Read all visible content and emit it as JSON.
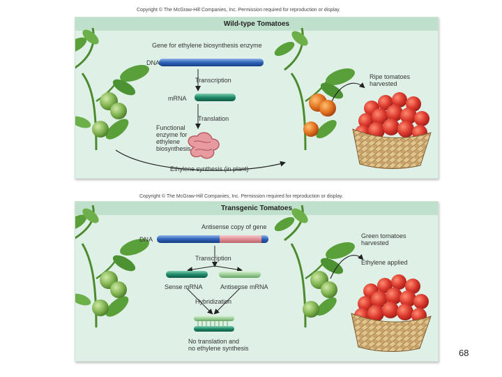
{
  "copyright_top": "Copyright © The McGraw-Hill Companies, Inc. Permission required for reproduction or display.",
  "copyright_bottom": "Copyright © The McGraw-Hill Companies, Inc. Permission required for reproduction or display.",
  "wildtype": {
    "title": "Wild-type Tomatoes",
    "gene_label": "Gene for ethylene biosynthesis enzyme",
    "dna_label": "DNA",
    "transcription": "Transcription",
    "mrna_label": "mRNA",
    "translation": "Translation",
    "enzyme_label": [
      "Functional",
      "enzyme for",
      "ethylene",
      "biosynthesis"
    ],
    "synthesis_label": "Ethylene synthesis (in plant)",
    "harvest_label": [
      "Ripe tomatoes",
      "harvested"
    ]
  },
  "transgenic": {
    "title": "Transgenic Tomatoes",
    "antisense_gene_label": "Antisense copy of gene",
    "dna_label": "DNA",
    "transcription": "Transcription",
    "sense_mrna": "Sense mRNA",
    "antisense_mrna": "Antisense mRNA",
    "hybridization": "Hybridization",
    "result_label": [
      "No translation and",
      "no ethylene synthesis"
    ],
    "harvest_label": [
      "Green tomatoes",
      "harvested"
    ],
    "ethylene_applied": "Ethylene applied"
  },
  "colors": {
    "dna_blue": "#2f62b8",
    "antisense_pink": "#e08f95",
    "mrna_green": "#1f8a6a",
    "antisense_mrna_green": "#9fd19a",
    "ripe_red": "#d9362b",
    "green_tomato": "#7fb24f",
    "panel_bg": "#dff0e6",
    "title_bar": "#bfe0ca"
  },
  "page_number": "68"
}
